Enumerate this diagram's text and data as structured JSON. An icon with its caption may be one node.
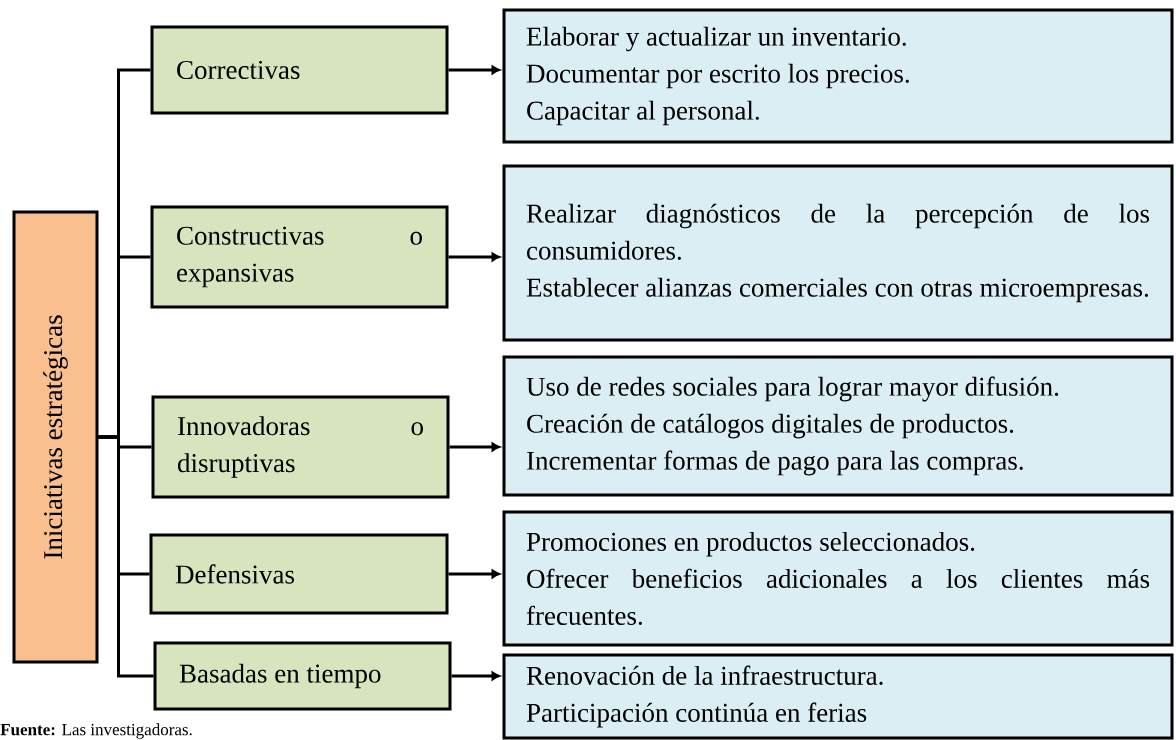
{
  "diagram": {
    "nodes": [
      {
        "text": [
          "Iniciativas estratégicas"
        ]
      },
      {
        "text": [
          "Correctivas"
        ]
      },
      {
        "text": [
          "Constructivas o expansivas"
        ]
      },
      {
        "text": [
          "Innovadoras o disruptivas"
        ]
      },
      {
        "text": [
          "Defensivas"
        ]
      },
      {
        "text": [
          "Basadas en tiempo"
        ]
      },
      {
        "text": [
          "Elaborar y actualizar un inventario.",
          "Documentar por escrito los precios.",
          "Capacitar al personal."
        ]
      },
      {
        "text": [
          "Realizar diagnósticos de la percepción de los consumidores.",
          "Establecer alianzas comerciales con otras microempresas."
        ]
      },
      {
        "text": [
          "Uso de redes sociales para lograr mayor difusión.",
          "Creación de catálogos digitales de productos.",
          "Incrementar formas de pago para las compras."
        ]
      },
      {
        "text": [
          "Promociones en productos seleccionados.",
          "Ofrecer beneficios adicionales a los clientes más frecuentes."
        ]
      },
      {
        "text": [
          "Renovación de la infraestructura.",
          "Participación continúa en ferias"
        ]
      }
    ],
    "edges": [
      {
        "from": 0,
        "to": 1,
        "arrow": "none"
      },
      {
        "from": 0,
        "to": 2,
        "arrow": "none"
      },
      {
        "from": 0,
        "to": 3,
        "arrow": "none"
      },
      {
        "from": 0,
        "to": 4,
        "arrow": "none"
      },
      {
        "from": 0,
        "to": 5,
        "arrow": "none"
      },
      {
        "from": 1,
        "to": 6,
        "arrow": "to"
      },
      {
        "from": 2,
        "to": 7,
        "arrow": "to"
      },
      {
        "from": 3,
        "to": 8,
        "arrow": "to"
      },
      {
        "from": 4,
        "to": 9,
        "arrow": "to"
      },
      {
        "from": 5,
        "to": 10,
        "arrow": "to"
      }
    ],
    "labels": [
      "**Fuente:** Las investigadoras."
    ]
  }
}
